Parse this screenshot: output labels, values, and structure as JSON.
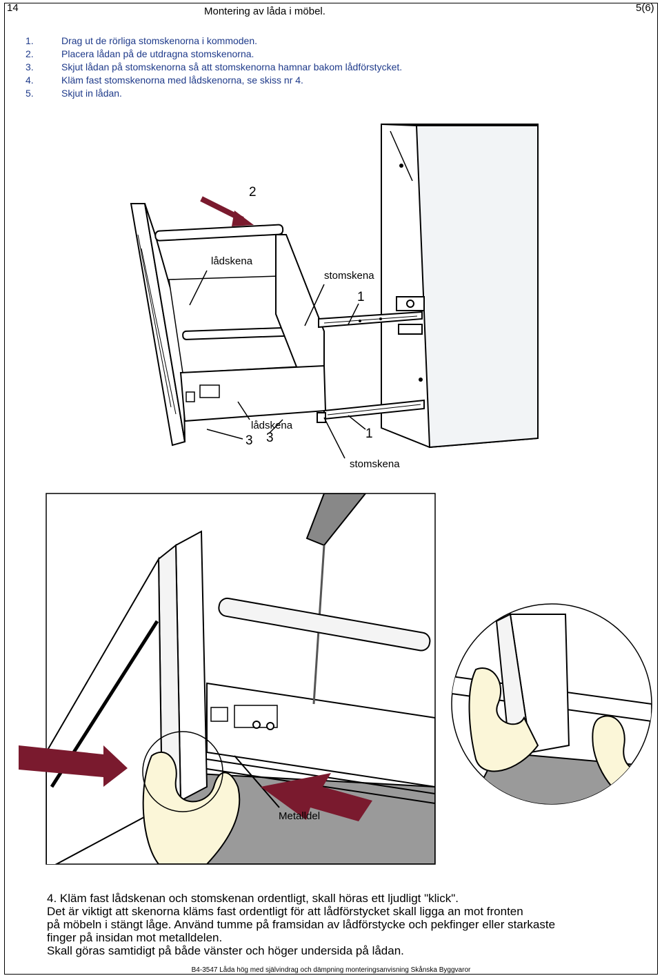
{
  "header": {
    "page_number": "14",
    "title": "Montering av låda i möbel.",
    "sheet": "5(6)"
  },
  "steps": [
    {
      "num": "1.",
      "text": "Drag ut de rörliga stomskenorna i kommoden."
    },
    {
      "num": "2.",
      "text": "Placera lådan på de utdragna stomskenorna."
    },
    {
      "num": "3.",
      "text": "Skjut lådan på stomskenorna så att stomskenorna hamnar bakom lådförstycket."
    },
    {
      "num": "4.",
      "text": "Kläm fast stomskenorna med lådskenorna, se skiss nr 4."
    },
    {
      "num": "5.",
      "text": "Skjut in lådan."
    }
  ],
  "figure1": {
    "label_2": "2",
    "ladskena_top": "lådskena",
    "stomskena_top": "stomskena",
    "label_1_top": "1",
    "ladskena_bottom": "lådskena",
    "label_3_left": "3",
    "label_3_right": "3",
    "label_1_bottom": "1",
    "stomskena_bottom": "stomskena"
  },
  "figure2": {
    "metalldel": "Metalldel"
  },
  "caption": [
    "4. Kläm fast lådskenan och stomskenan ordentligt, skall höras ett ljudligt \"klick\".",
    "Det är viktigt att skenorna kläms fast ordentligt för att lådförstycket skall ligga an mot fronten",
    "på möbeln i stängt låge. Använd tumme på framsidan av lådförstycke och pekfinger eller starkaste",
    "finger på insidan mot metalldelen.",
    "Skall göras samtidigt på både vänster och höger undersida på lådan."
  ],
  "footer": "B4-3547 Låda hög med självindrag och dämpning monteringsanvisning Skånska Byggvaror",
  "colors": {
    "arrow": "#7a1a2e",
    "link_text": "#1e3a8a",
    "metal": "#8c8c8c",
    "hand": "#fbf6d8"
  }
}
